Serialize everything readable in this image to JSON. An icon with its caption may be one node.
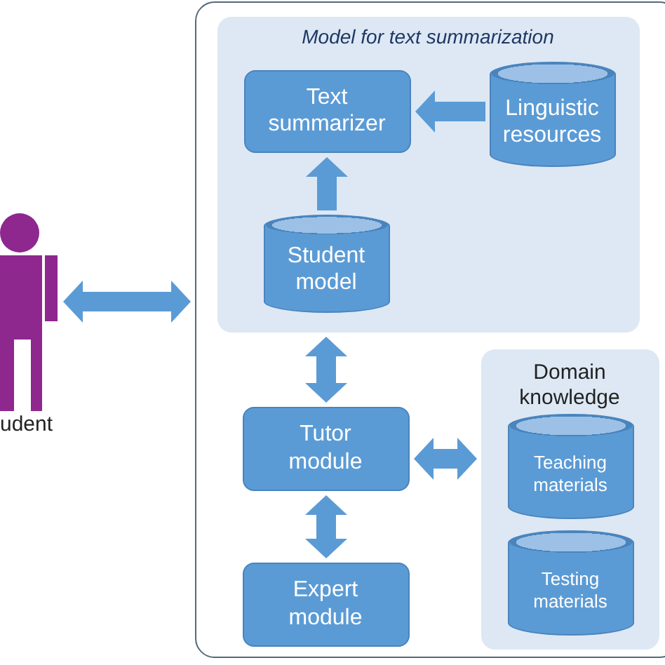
{
  "diagram": {
    "nodes": [
      {
        "text": [],
        "shape": "person",
        "beside": [
          "udent"
        ]
      },
      {
        "text": [],
        "shape": "box"
      },
      {
        "text": [
          "Model for text summarization"
        ],
        "in": 1
      },
      {
        "text": [
          "Text summarizer"
        ],
        "in": 2
      },
      {
        "text": [
          "Linguistic resources"
        ],
        "in": 2
      },
      {
        "text": [
          "Student model"
        ],
        "in": 2
      },
      {
        "text": [
          "Tutor module"
        ],
        "in": 1
      },
      {
        "text": [
          "Domain knowledge"
        ],
        "in": 1
      },
      {
        "text": [
          "Teaching materials"
        ],
        "in": 7
      },
      {
        "text": [
          "Testing materials"
        ],
        "in": 7
      },
      {
        "text": [
          "Expert module"
        ],
        "in": 1
      }
    ],
    "edges": [
      {
        "from": 0,
        "to": 1,
        "arrow": "both"
      },
      {
        "from": 4,
        "to": 3,
        "arrow": "to"
      },
      {
        "from": 5,
        "to": 3,
        "arrow": "to"
      },
      {
        "from": 2,
        "to": 6,
        "arrow": "both"
      },
      {
        "from": 6,
        "to": 10,
        "arrow": "both"
      },
      {
        "from": 6,
        "to": 7,
        "arrow": "both"
      }
    ]
  }
}
